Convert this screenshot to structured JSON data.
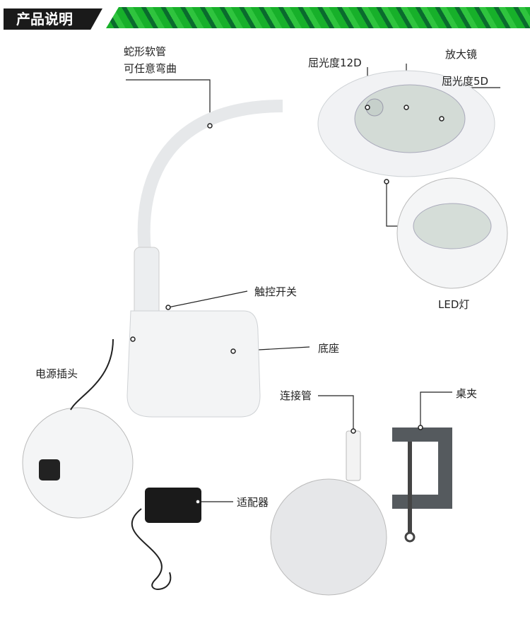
{
  "header": {
    "title": "产品说明",
    "band_color": "#17b02a"
  },
  "labels": {
    "hose_line1": "蛇形软管",
    "hose_line2": "可任意弯曲",
    "diopter12": "屈光度12D",
    "magnifier": "放大镜",
    "diopter5": "屈光度5D",
    "led": "LED灯",
    "touch_switch": "触控开关",
    "base": "底座",
    "power_plug": "电源插头",
    "connector_tube": "连接管",
    "desk_clamp": "桌夹",
    "adapter": "适配器"
  }
}
